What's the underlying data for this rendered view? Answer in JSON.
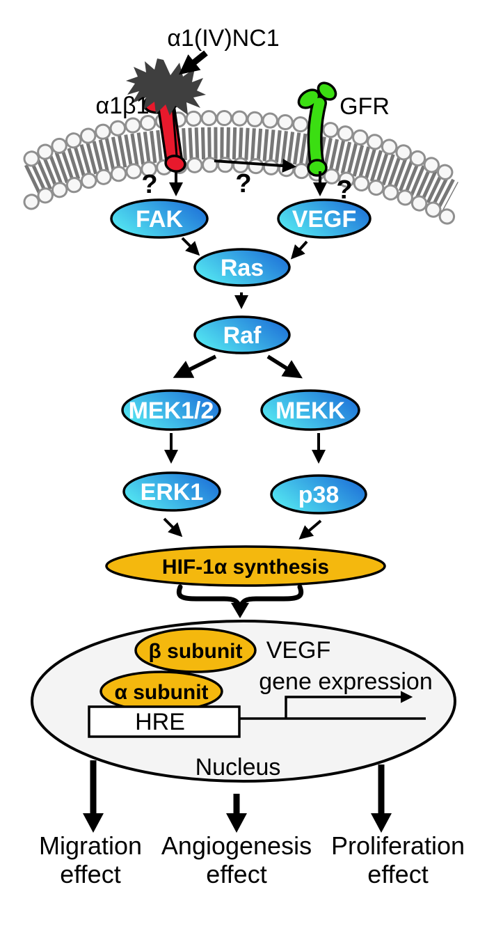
{
  "ligand": {
    "label": "α1(IV)NC1"
  },
  "receptors": {
    "integrin_label": "α1β1",
    "gfr_label": "GFR"
  },
  "question_marks": {
    "left": "?",
    "middle": "?",
    "right": "?"
  },
  "nodes": {
    "fak": "FAK",
    "vegf": "VEGF",
    "ras": "Ras",
    "raf": "Raf",
    "mek12": "MEK1/2",
    "mekk": "MEKK",
    "erk1": "ERK1",
    "p38": "p38",
    "hif": "HIF-1α synthesis"
  },
  "nucleus": {
    "beta_subunit": "β subunit",
    "alpha_subunit": "α subunit",
    "gene_line1": "VEGF",
    "gene_line2": "gene expression",
    "hre": "HRE",
    "label": "Nucleus"
  },
  "outcomes": [
    {
      "line1": "Migration",
      "line2": "effect"
    },
    {
      "line1": "Angiogenesis",
      "line2": "effect"
    },
    {
      "line1": "Proliferation",
      "line2": "effect"
    }
  ],
  "colors": {
    "node_light": "#55E9F2",
    "node_dark": "#1E72D8",
    "gold": "#F4B80E",
    "red": "#E8192C",
    "green": "#3BDE12",
    "nucleus_fill": "#F4F4F4",
    "membrane_tail_gray": "#777777",
    "membrane_head_rim": "#8F8F8F",
    "starburst_gray": "#3F3F3F",
    "outline": "#000000",
    "text": "#000000"
  }
}
